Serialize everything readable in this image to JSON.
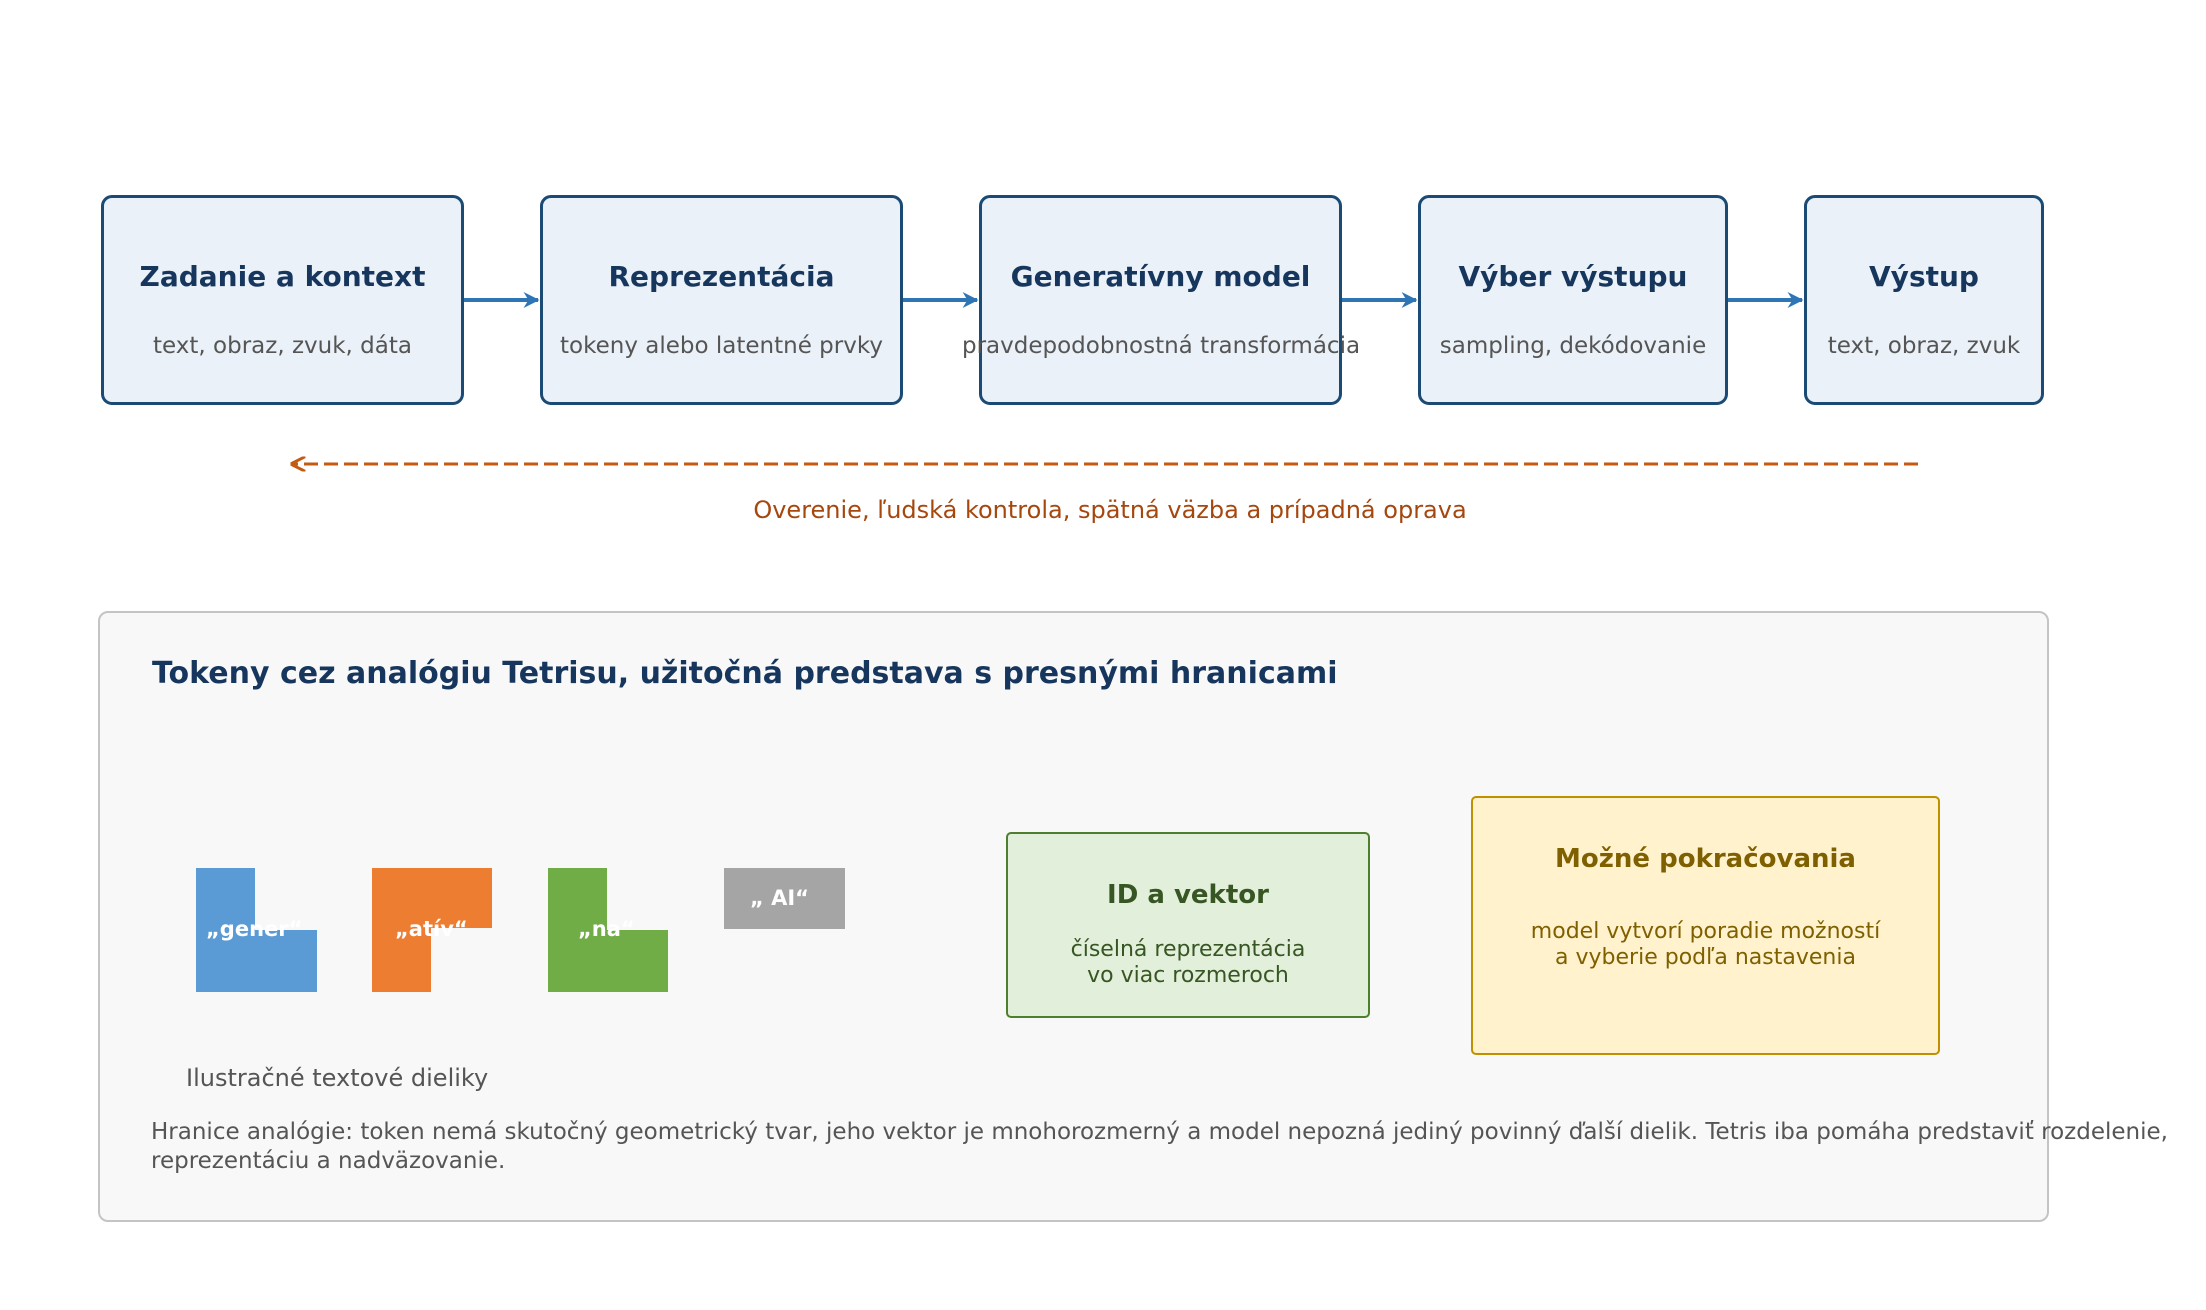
{
  "pipeline": {
    "steps": [
      {
        "title": "Zadanie a kontext",
        "subtitle": "text, obraz, zvuk, dáta"
      },
      {
        "title": "Reprezentácia",
        "subtitle": "tokeny alebo latentné prvky"
      },
      {
        "title": "Generatívny model",
        "subtitle": "pravdepodobnostná transformácia"
      },
      {
        "title": "Výber výstupu",
        "subtitle": "sampling, dekódovanie"
      },
      {
        "title": "Výstup",
        "subtitle": "text, obraz, zvuk"
      }
    ],
    "feedback_label": "Overenie, ľudská kontrola, spätná väzba a prípadná oprava"
  },
  "tokens_panel": {
    "title": "Tokeny cez analógiu Tetrisu, užitočná predstava s presnými hranicami",
    "pieces": [
      {
        "label": "„gener“",
        "color": "#5b9bd5"
      },
      {
        "label": "„atív“",
        "color": "#ed7d31"
      },
      {
        "label": "„na“",
        "color": "#70ad47"
      },
      {
        "label": "„ AI“",
        "color": "#a5a5a5"
      }
    ],
    "pieces_caption": "Ilustračné textové dieliky",
    "id_box": {
      "title": "ID a vektor",
      "line1": "číselná reprezentácia",
      "line2": "vo viac rozmeroch"
    },
    "continuation_box": {
      "title": "Možné pokračovania",
      "line1": "model vytvorí poradie možností",
      "line2": "a vyberie podľa nastavenia"
    },
    "note": "Hranice analógie: token nemá skutočný geometrický tvar, jeho vektor je mnohorozmerný a model nepozná jediný povinný ďalší dielik. Tetris iba pomáha predstaviť rozdelenie, reprezentáciu a nadväzovanie."
  },
  "colors": {
    "box_fill": "#eaf1f8",
    "box_border": "#1b4a74",
    "arrow": "#2e75b6",
    "feedback": "#c55a11",
    "id_fill": "#e2efda",
    "cont_fill": "#fff2cc"
  }
}
